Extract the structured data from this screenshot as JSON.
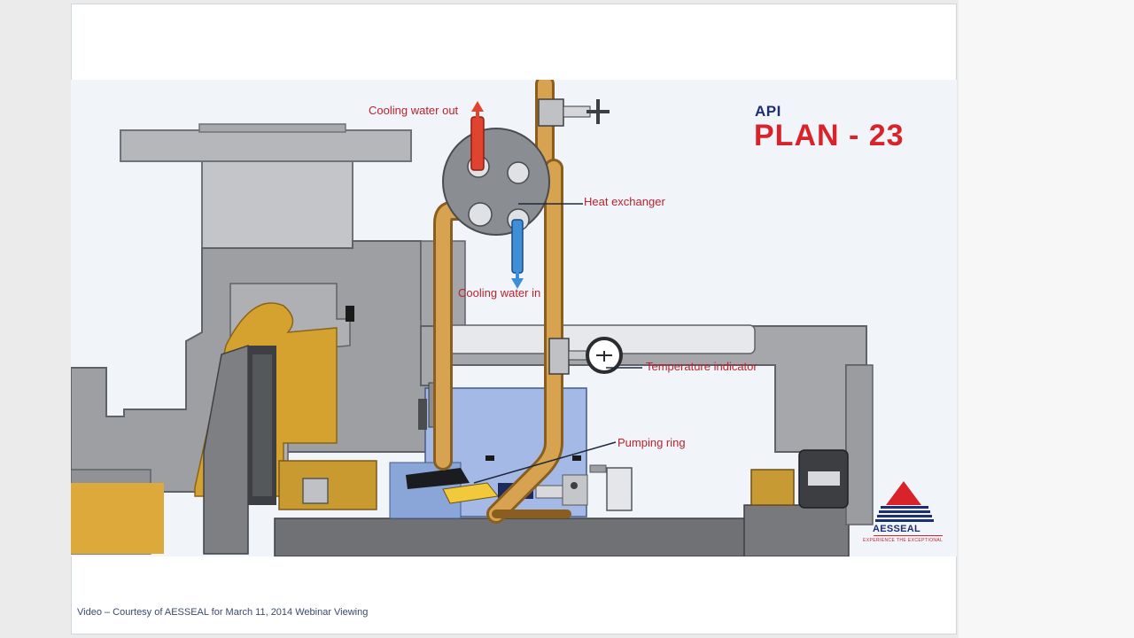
{
  "title": {
    "prefix": "API",
    "main": "PLAN - 23"
  },
  "labels": {
    "cooling_out": "Cooling water out",
    "heat_exchanger": "Heat exchanger",
    "cooling_in": "Cooling water in",
    "temperature_indicator": "Temperature indicator",
    "pumping_ring": "Pumping ring"
  },
  "logo": {
    "name": "AESSEAL",
    "tagline": "EXPERIENCE THE EXCEPTIONAL"
  },
  "credit": "Video – Courtesy of AESSEAL for March 11, 2014 Webinar Viewing",
  "colors": {
    "steel": "#b7b9bc",
    "steel_dark": "#8f9296",
    "pipe_copper": "#c9963f",
    "fluid_gold": "#d9a62c",
    "seal_blue": "#9ab6e3",
    "hot_water": "#e0442f",
    "cold_water": "#3f8fd8",
    "brand_red": "#d8232a",
    "brand_navy": "#1d2f73"
  }
}
